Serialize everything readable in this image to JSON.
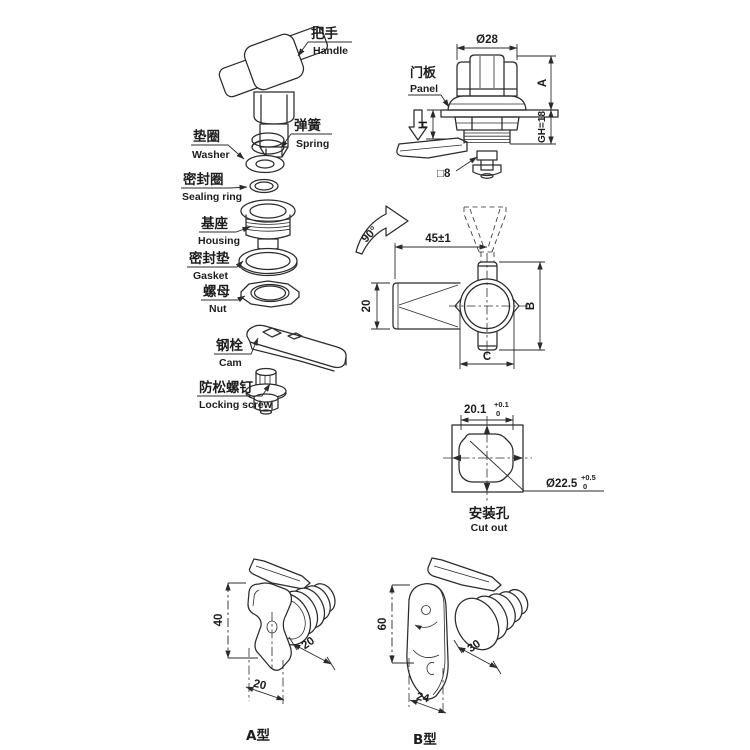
{
  "drawing": {
    "colors": {
      "line": "#2b2b2b",
      "background": "#ffffff"
    },
    "exploded": {
      "parts": [
        {
          "zh": "把手",
          "en": "Handle"
        },
        {
          "zh": "弹簧",
          "en": "Spring"
        },
        {
          "zh": "垫圈",
          "en": "Washer"
        },
        {
          "zh": "密封圈",
          "en": "Sealing ring"
        },
        {
          "zh": "基座",
          "en": "Housing"
        },
        {
          "zh": "密封垫",
          "en": "Gasket"
        },
        {
          "zh": "螺母",
          "en": "Nut"
        },
        {
          "zh": "钢栓",
          "en": "Cam"
        },
        {
          "zh": "防松螺钉",
          "en": "Locking screw"
        }
      ]
    },
    "front_view": {
      "dim_diameter": "Ø28",
      "panel_zh": "门板",
      "panel_en": "Panel",
      "dim_h": "H",
      "dim_a": "A",
      "dim_grip": "GH=18",
      "dim_square": "□8"
    },
    "top_view": {
      "rotation": "90°",
      "dim_length": "45±1",
      "dim_handle": "20",
      "dim_b": "B",
      "dim_c": "C"
    },
    "cutout": {
      "dim_width": "20.1",
      "dim_width_tol_upper": "+0.1",
      "dim_width_tol_lower": "0",
      "dim_diameter": "Ø22.5",
      "dim_dia_tol_upper": "+0.5",
      "dim_dia_tol_lower": "0",
      "label_zh": "安装孔",
      "label_en": "Cut out"
    },
    "type_a": {
      "label": "A型",
      "dim_height": "40",
      "dim_depth": "20",
      "dim_width": "20"
    },
    "type_b": {
      "label": "B型",
      "dim_height": "60",
      "dim_depth": "30",
      "dim_width": "24"
    }
  }
}
